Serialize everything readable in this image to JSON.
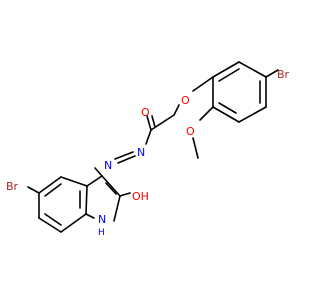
{
  "molecule": {
    "atoms": {
      "br_top": {
        "text": "Br",
        "color": "#a52a2a"
      },
      "o_ether": {
        "text": "O",
        "color": "#ff0000"
      },
      "o_methoxy": {
        "text": "O",
        "color": "#ff0000"
      },
      "o_carbonyl": {
        "text": "O",
        "color": "#ff0000"
      },
      "n_hydrazone_1": {
        "text": "N",
        "color": "#0000ff"
      },
      "n_hydrazone_2": {
        "text": "N",
        "color": "#0000ff"
      },
      "br_left": {
        "text": "Br",
        "color": "#a52a2a"
      },
      "oh": {
        "text": "OH",
        "color": "#ff0000"
      },
      "nh_n": {
        "text": "N",
        "color": "#0000ff"
      },
      "nh_h": {
        "text": "H",
        "color": "#0000ff"
      }
    }
  }
}
